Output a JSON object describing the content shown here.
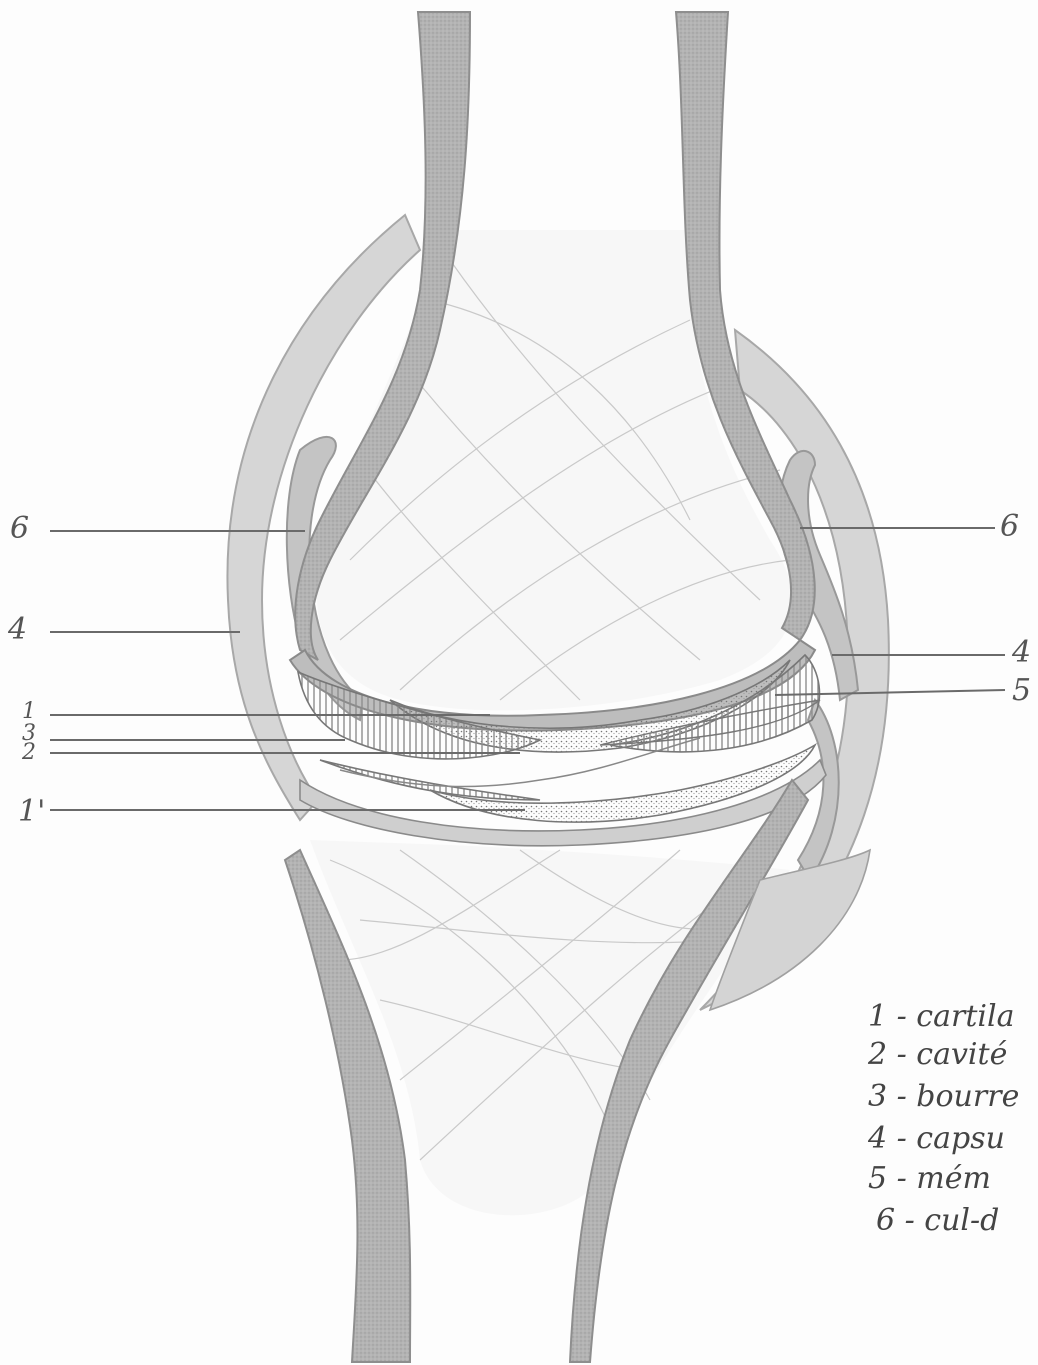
{
  "labels": {
    "left_6": "6",
    "left_4": "4",
    "left_1": "1",
    "left_3": "3",
    "left_2": "2",
    "left_1p": "1'",
    "right_6": "6",
    "right_4": "4",
    "right_5": "5"
  },
  "legend": [
    "1 - cartila",
    "2 - cavité",
    "3 - bourre",
    "4 - capsu",
    "5 - mém",
    "6 - cul-d"
  ],
  "colors": {
    "bone_shaft": "#a9a9a9",
    "capsule": "#c8c8c8",
    "cartilage": "#e2e2e2",
    "hatch": "#b5b5b5",
    "leader": "#6a6a6a"
  }
}
